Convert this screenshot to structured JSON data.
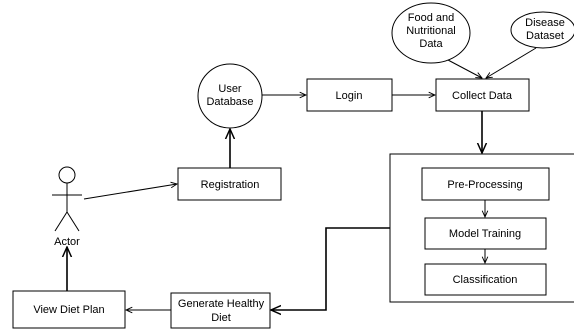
{
  "nodes": {
    "food_data": [
      "Food and",
      "Nutritional",
      "Data"
    ],
    "disease_dataset": [
      "Disease",
      "Dataset"
    ],
    "user_database": [
      "User",
      "Database"
    ],
    "login": "Login",
    "collect_data": "Collect Data",
    "registration": "Registration",
    "pre_processing": "Pre-Processing",
    "model_training": "Model Training",
    "classification": "Classification",
    "generate_diet": [
      "Generate Healthy",
      "Diet"
    ],
    "view_diet_plan": "View Diet Plan",
    "actor": "Actor"
  }
}
